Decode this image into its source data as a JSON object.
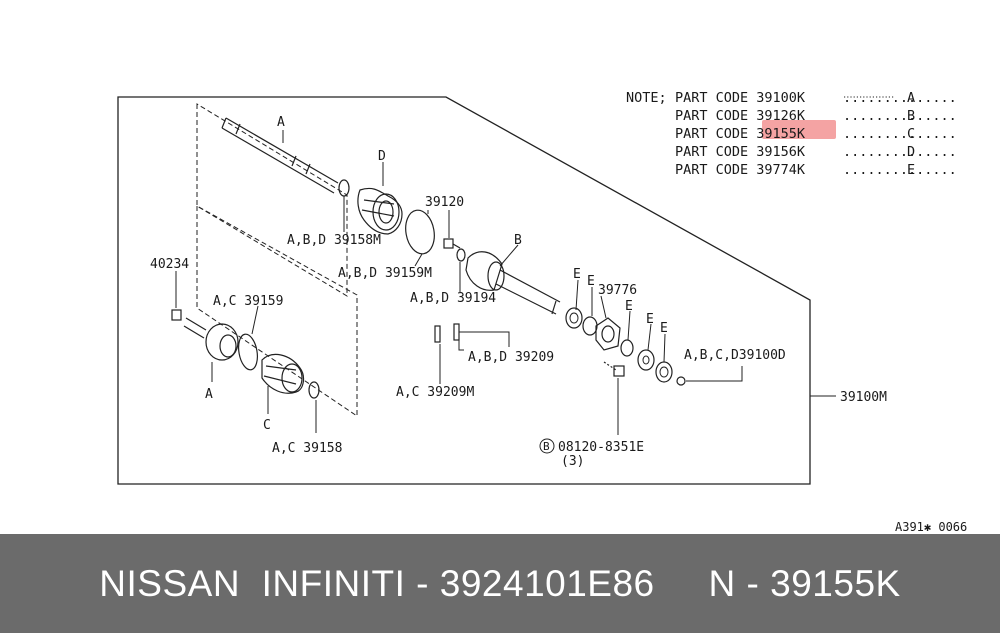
{
  "notes": [
    {
      "prefix": "NOTE;",
      "text": "PART CODE 39100K",
      "leader": "..............",
      "letter": "A"
    },
    {
      "prefix": "",
      "text": "PART CODE 39126K",
      "leader": "..............",
      "letter": "B"
    },
    {
      "prefix": "",
      "text": "PART CODE 39155K",
      "leader": "..............",
      "letter": "C"
    },
    {
      "prefix": "",
      "text": "PART CODE 39156K",
      "leader": "..............",
      "letter": "D"
    },
    {
      "prefix": "",
      "text": "PART CODE 39774K",
      "leader": "..............",
      "letter": "E"
    }
  ],
  "highlight_color": "#f4a3a3",
  "labels": {
    "shaft_a": "A",
    "boot_d": "D",
    "boot_band_d": "A,B,D 39158M",
    "n39120": "39120",
    "clamp": "A,B,D 39159M",
    "b_label": "B",
    "n39194": "A,B,D 39194",
    "n40234": "40234",
    "n39159": "A,C 39159",
    "joint_a": "A",
    "boot_c": "C",
    "n39158": "A,C 39158",
    "e1": "E",
    "e2": "E",
    "n39776": "39776",
    "e3": "E",
    "e4": "E",
    "e5": "E",
    "n39209": "A,B,D 39209",
    "n39209m": "A,C 39209M",
    "n39100d": "A,B,C,D39100D",
    "n39100m": "39100M",
    "bolt_circle": "B",
    "bolt": "08120-8351E",
    "bolt_qty": "(3)",
    "ref_code": "A391✱ 0066"
  },
  "footer": {
    "text": "NISSAN  INFINITI - 3924101E86     N - 39155K"
  }
}
